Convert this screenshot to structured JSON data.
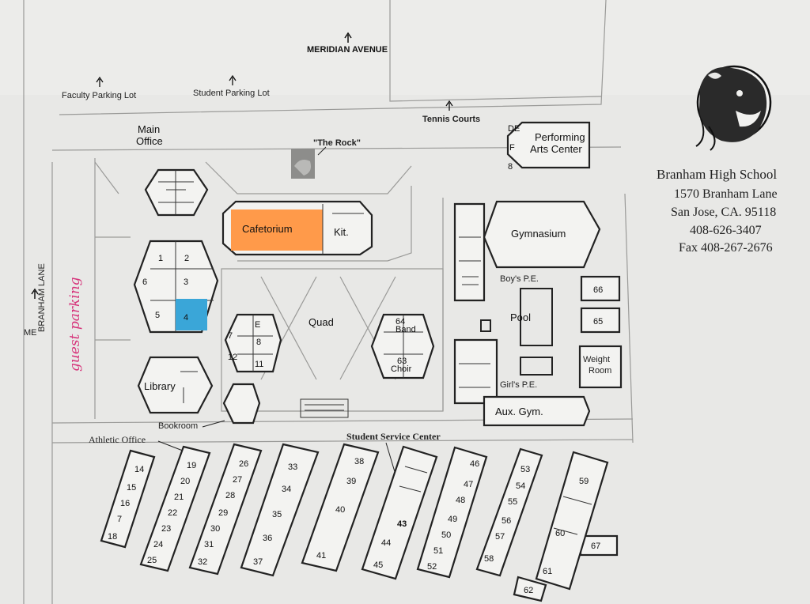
{
  "school": {
    "name": "Branham High School",
    "address": "1570 Branham Lane",
    "city": "San Jose, CA. 95118",
    "phone": "408-626-3407",
    "fax": "Fax 408-267-2676"
  },
  "streets": {
    "meridian": "MERIDIAN AVENUE",
    "branham": "BRANHAM LANE",
    "me": "ME"
  },
  "lots": {
    "faculty": "Faculty Parking Lot",
    "student": "Student Parking Lot",
    "tennis": "Tennis Courts"
  },
  "buildings": {
    "main_office_1": "Main",
    "main_office_2": "Office",
    "rock_1": "\"The Rock\"",
    "cafetorium": "Cafetorium",
    "kitchen": "Kit.",
    "pac_1": "Performing",
    "pac_2": "Arts Center",
    "gymnasium": "Gymnasium",
    "boys_pe": "Boy's P.E.",
    "girls_pe": "Girl's P.E.",
    "pool": "Pool",
    "aux_gym": "Aux. Gym.",
    "weight_1": "Weight",
    "weight_2": "Room",
    "quad": "Quad",
    "library": "Library",
    "bookroom": "Bookroom",
    "athletic_office": "Athletic Office",
    "ssc": "Student Service Center",
    "band": "Band",
    "choir": "Choir",
    "guest_parking": "guest parking",
    "pac_de": "DE",
    "pac_f": "F",
    "pac_8": "8",
    "e_label": "E"
  },
  "rooms": {
    "r1": "1",
    "r2": "2",
    "r3": "3",
    "r4": "4",
    "r5": "5",
    "r6": "6",
    "r7": "7",
    "r8": "8",
    "r11": "11",
    "r12": "12",
    "r14": "14",
    "r15": "15",
    "r16": "16",
    "r17": "7",
    "r18": "18",
    "r19": "19",
    "r20": "20",
    "r21": "21",
    "r22": "22",
    "r23": "23",
    "r24": "24",
    "r25": "25",
    "r26": "26",
    "r27": "27",
    "r28": "28",
    "r29": "29",
    "r30": "30",
    "r31": "31",
    "r32": "32",
    "r33": "33",
    "r34": "34",
    "r35": "35",
    "r36": "36",
    "r37": "37",
    "r38": "38",
    "r39": "39",
    "r40": "40",
    "r41": "41",
    "r43": "43",
    "r44": "44",
    "r45": "45",
    "r46": "46",
    "r47": "47",
    "r48": "48",
    "r49": "49",
    "r50": "50",
    "r51": "51",
    "r52": "52",
    "r53": "53",
    "r54": "54",
    "r55": "55",
    "r56": "56",
    "r57": "57",
    "r58": "58",
    "r59": "59",
    "r60": "60",
    "r61": "61",
    "r62": "62",
    "r63": "63",
    "r64": "64",
    "r65": "65",
    "r66": "66",
    "r67": "67"
  },
  "colors": {
    "cafetorium_highlight": "#ff9a4a",
    "room4_highlight": "#3aa6d8",
    "guest_parking_ink": "#d6337a"
  },
  "icons": [
    "bear-mascot-logo",
    "north-arrow-icon",
    "rock-photo"
  ]
}
